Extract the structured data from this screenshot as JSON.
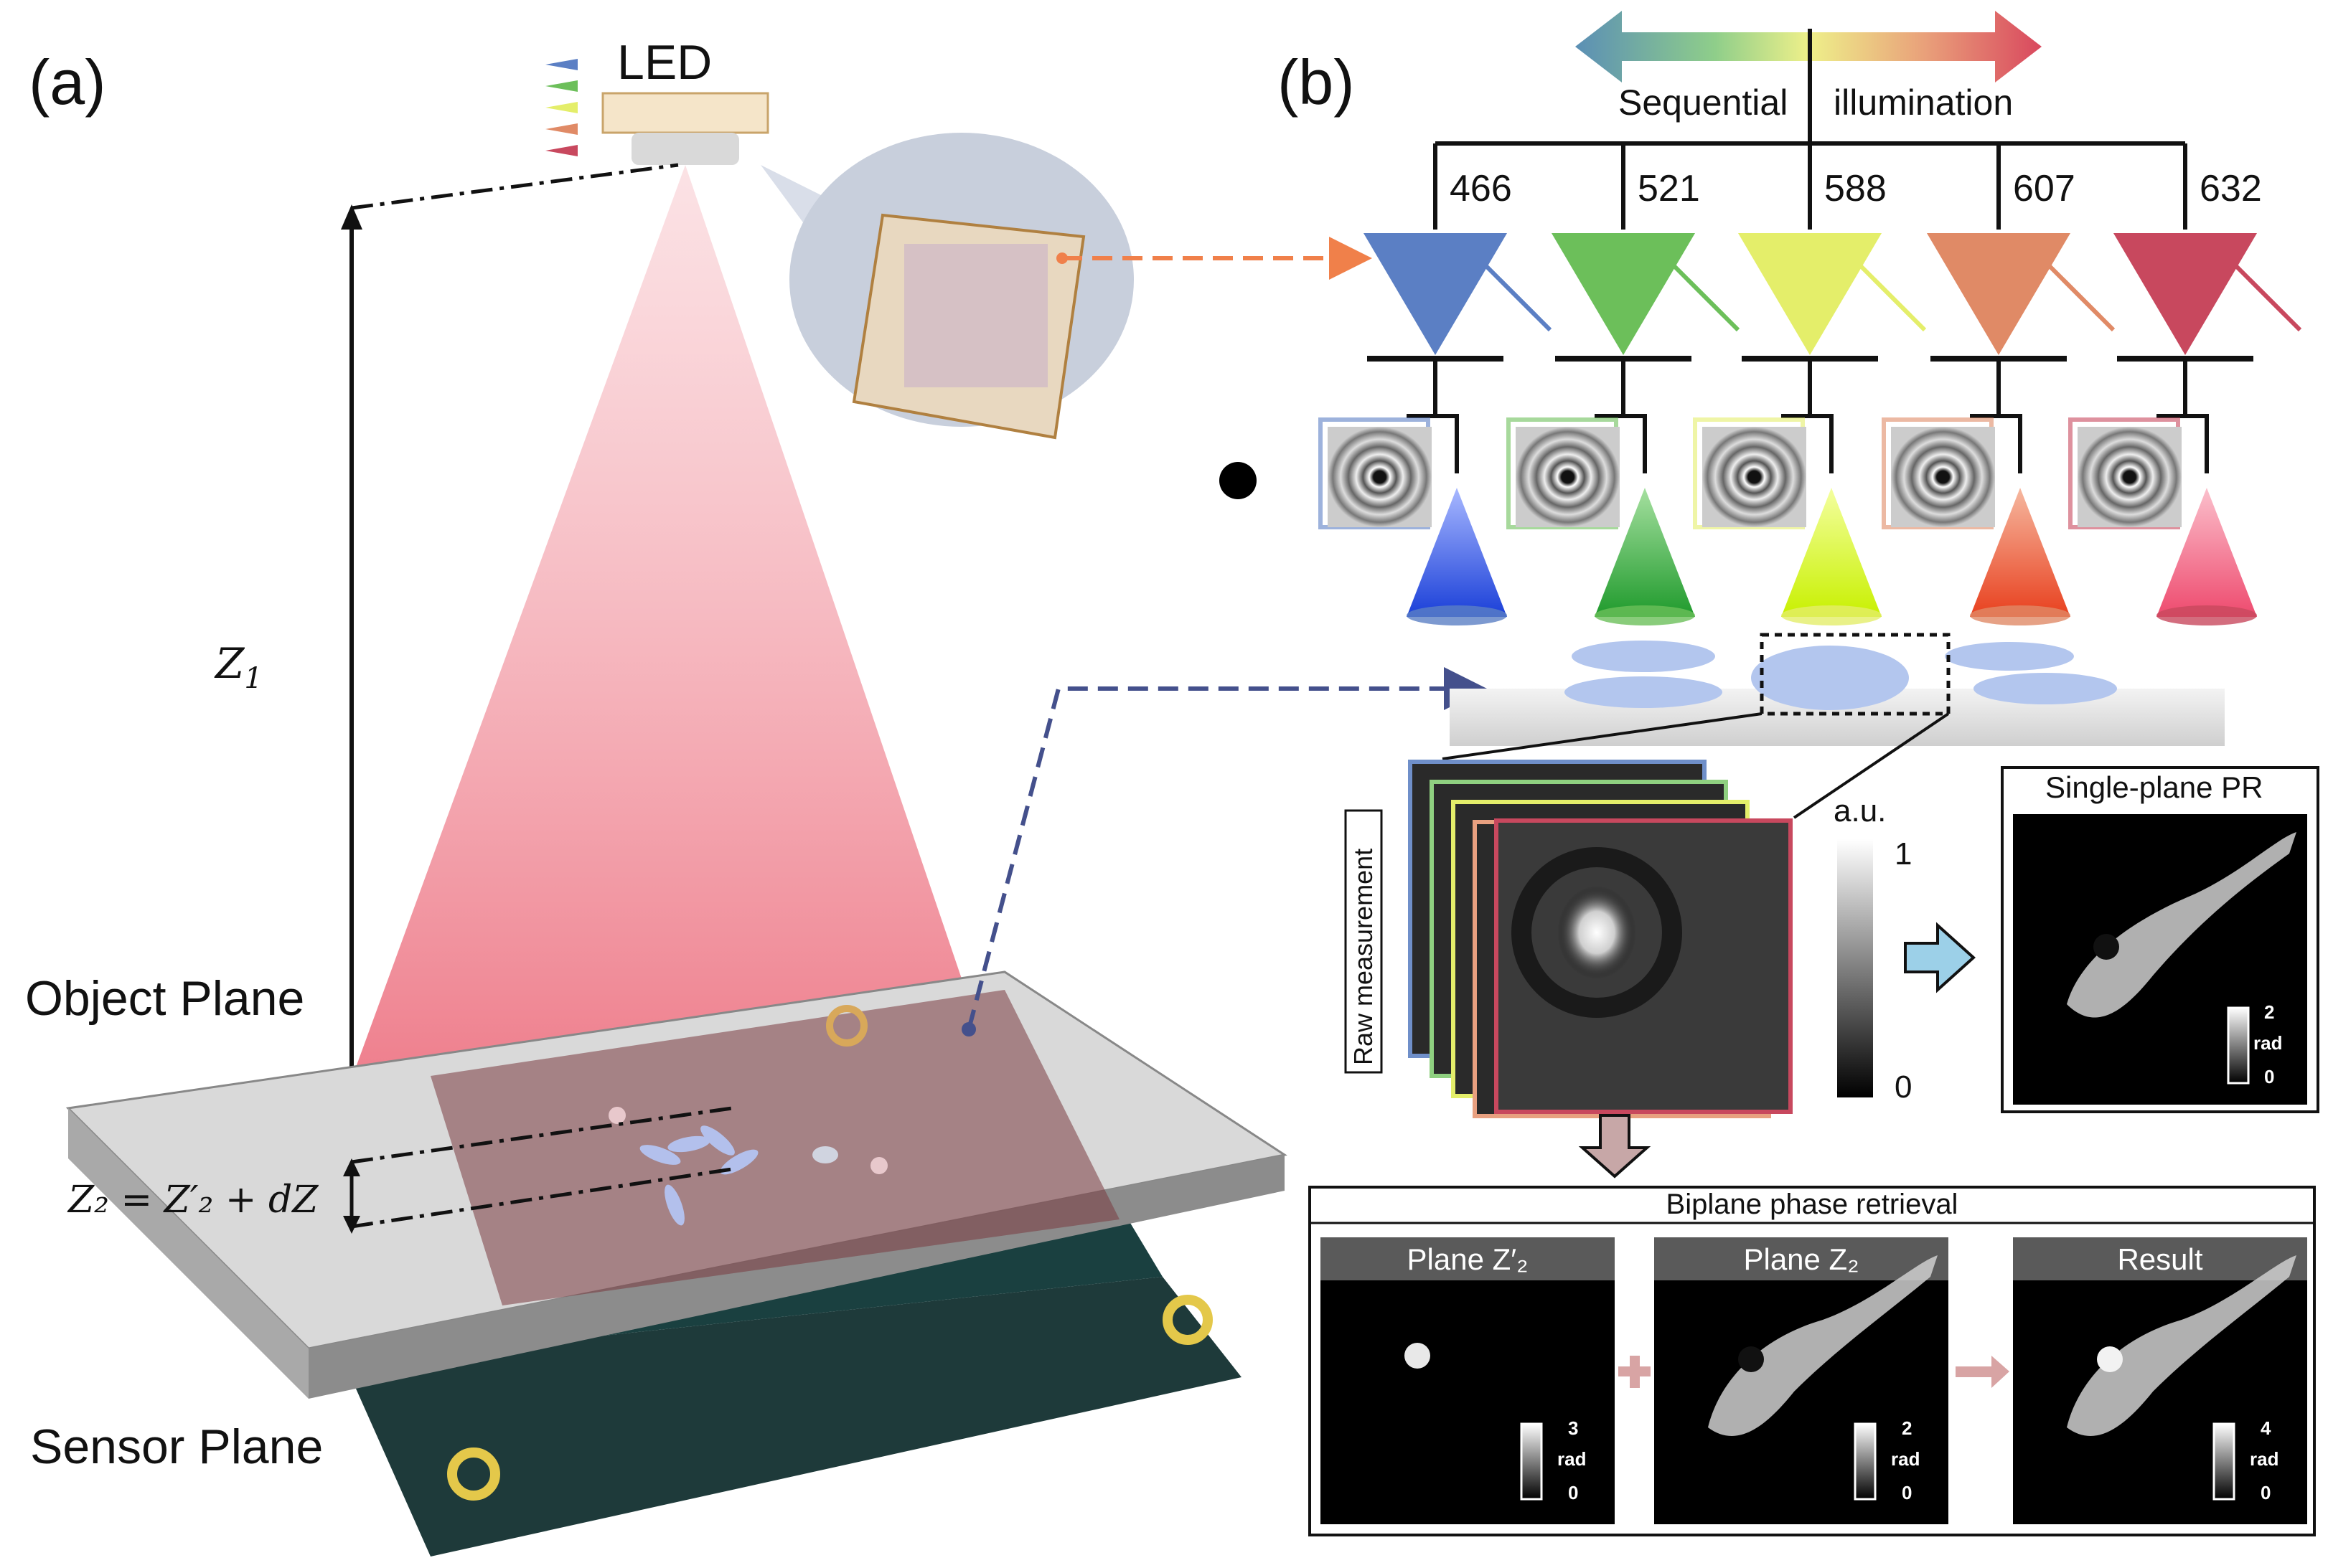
{
  "panel_a": {
    "label": "(a)",
    "led_label": "LED",
    "z1": "Z",
    "z1_sub": "1",
    "z2_eq": "Z₂ = Z′₂ + dZ",
    "object_plane": "Object Plane",
    "sensor_plane": "Sensor Plane"
  },
  "panel_b": {
    "label": "(b)",
    "sequential": "Sequential",
    "illumination": "illumination",
    "wavelengths": [
      {
        "nm": "466",
        "color": "#5b7fc4"
      },
      {
        "nm": "521",
        "color": "#6cbf5a"
      },
      {
        "nm": "588",
        "color": "#e4ee6a"
      },
      {
        "nm": "607",
        "color": "#e08a66"
      },
      {
        "nm": "632",
        "color": "#c8485e"
      }
    ],
    "raw_measurement": "Raw measurement",
    "au": "a.u.",
    "cbar_max": "1",
    "cbar_min": "0",
    "single_plane": {
      "title": "Single-plane PR",
      "cbar_max": "2",
      "unit": "rad",
      "cbar_min": "0"
    },
    "biplane": {
      "title": "Biplane phase retrieval",
      "panels": [
        {
          "title": "Plane Z′₂",
          "cbar_max": "3",
          "unit": "rad",
          "cbar_min": "0"
        },
        {
          "title": "Plane Z₂",
          "cbar_max": "2",
          "unit": "rad",
          "cbar_min": "0"
        },
        {
          "title": "Result",
          "cbar_max": "4",
          "unit": "rad",
          "cbar_min": "0"
        }
      ]
    }
  }
}
